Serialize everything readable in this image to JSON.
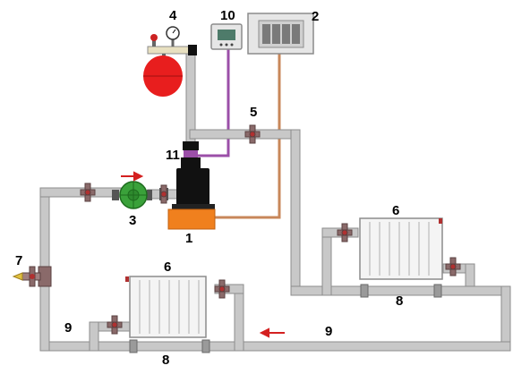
{
  "labels": {
    "boiler": "1",
    "control_box": "2",
    "pump": "3",
    "expansion_tank": "4",
    "air_valve": "5",
    "radiator_right": "6",
    "radiator_left": "6",
    "drain_valve": "7",
    "bypass_right": "8",
    "bypass_left": "8",
    "pipe_left": "9",
    "pipe_bottom": "9",
    "thermostat": "10",
    "sensor": "11"
  },
  "colors": {
    "pipe": "#c8c8c8",
    "pipe_edge": "#8c8c8c",
    "boiler_body": "#111111",
    "boiler_base": "#f0801e",
    "pump": "#3aa13a",
    "expansion_tank": "#e81e1e",
    "flow_arrow": "#d42020",
    "thermostat_wire": "#9b4fa8",
    "control_wire": "#c8875a",
    "valve": "#8a6a6a",
    "drain_tip": "#e0c040"
  },
  "flow_arrows": [
    "right",
    "left"
  ]
}
